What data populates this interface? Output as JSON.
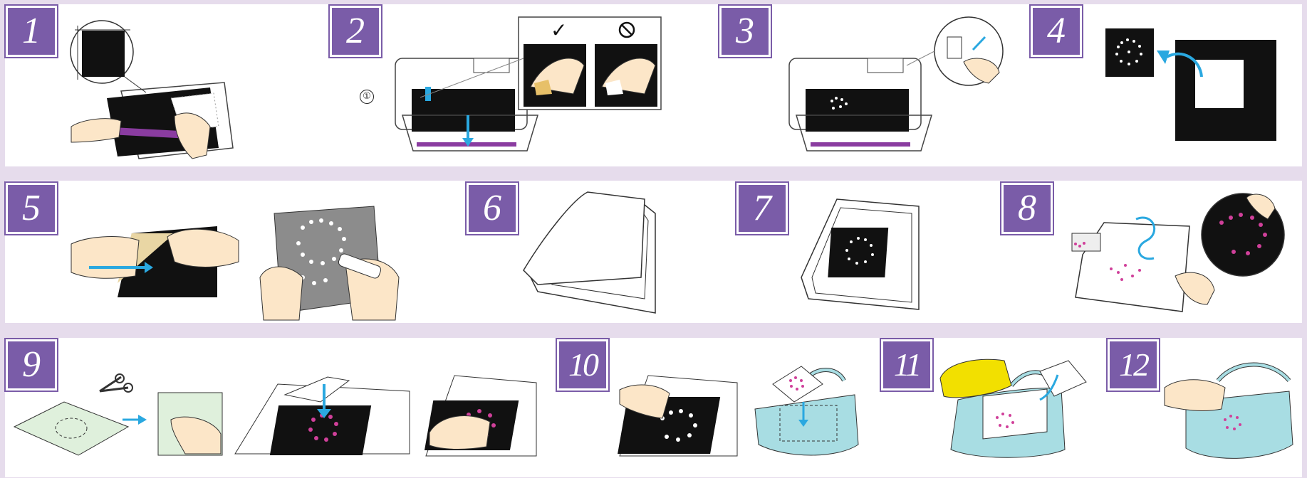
{
  "steps": [
    "1",
    "2",
    "3",
    "4",
    "5",
    "6",
    "7",
    "8",
    "9",
    "10",
    "11",
    "12"
  ],
  "callout": "①",
  "colors": {
    "badge": "#7a5ca8",
    "band": "#e6dcec",
    "mat": "#111111",
    "accent_purple": "#8a3ca0",
    "arrow_blue": "#2aa8e0",
    "rhinestone_pink": "#d0409a",
    "bag_teal": "#a8dde3",
    "iron_yellow": "#f2e000",
    "skin": "#fce6c8",
    "sheet_green": "#dff0dc"
  },
  "icons": [
    "check-icon",
    "prohibited-icon",
    "arrow-icon",
    "circled-one-icon"
  ]
}
